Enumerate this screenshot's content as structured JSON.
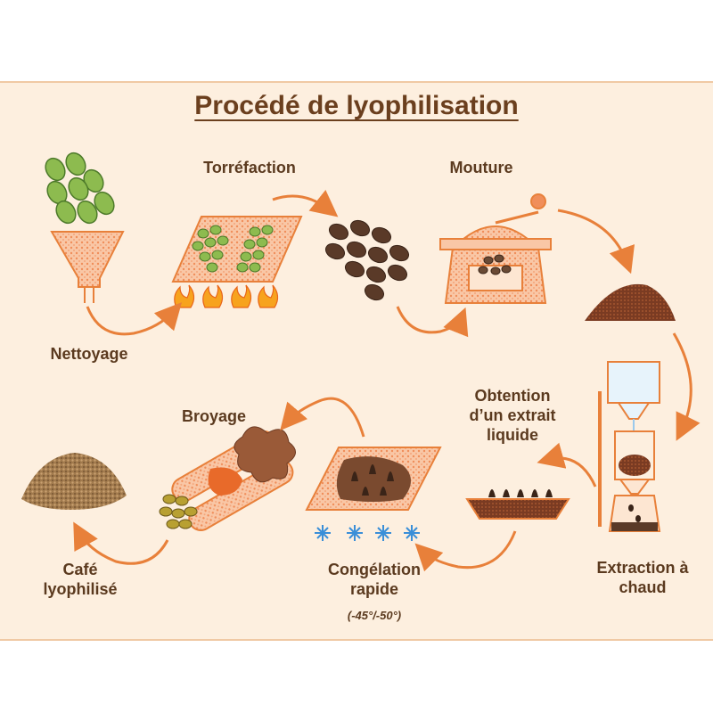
{
  "title": "Procédé de lyophilisation",
  "steps": {
    "nettoyage": "Nettoyage",
    "torrefaction": "Torréfaction",
    "mouture": "Mouture",
    "extraction": "Extraction à\nchaud",
    "obtention": "Obtention\nd’un extrait\nliquide",
    "congelation": "Congélation\nrapide",
    "congelation_note": "(-45°/-50°)",
    "broyage": "Broyage",
    "cafe": "Café\nlyophilisé"
  },
  "colors": {
    "background": "#fdefdf",
    "arrow": "#e8803a",
    "text": "#5b3a1f",
    "green_bean": "#8dbb4f",
    "roasted_bean": "#5a3a28",
    "ice": "#3a8fd8"
  }
}
